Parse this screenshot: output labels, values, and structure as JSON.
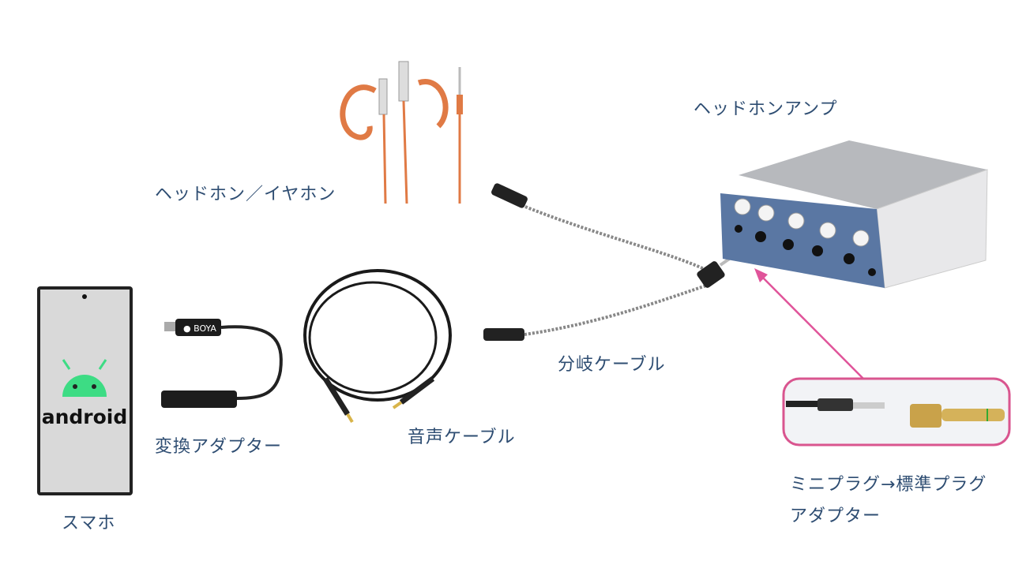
{
  "labels": {
    "headphones": "ヘッドホン／イヤホン",
    "amp": "ヘッドホンアンプ",
    "splitter": "分岐ケーブル",
    "audio_cable": "音声ケーブル",
    "converter": "変換アダプター",
    "phone": "スマホ",
    "plug_adapter_line1": "ミニプラグ→標準プラグ",
    "plug_adapter_line2": "アダプター"
  },
  "phone_screen_text": "android",
  "adapter_brand": "BOYA",
  "colors": {
    "label": "#2e4d72",
    "arrow": "#e0549a",
    "amp_front": "#5a77a3",
    "earphone": "#e07a45",
    "android_green": "#3ddc84"
  }
}
